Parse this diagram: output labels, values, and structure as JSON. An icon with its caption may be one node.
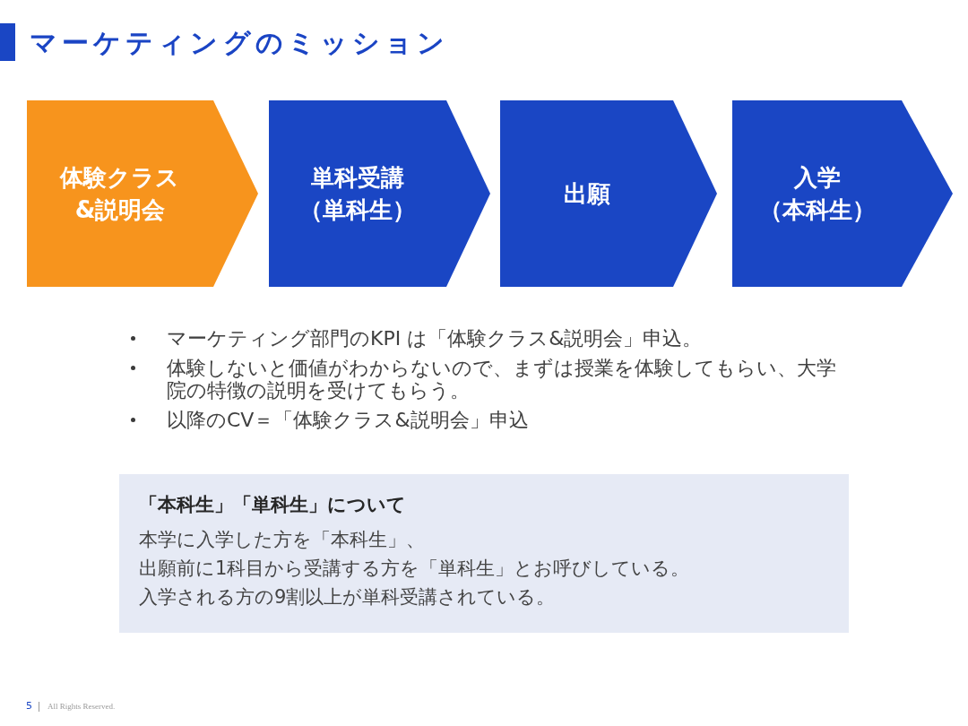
{
  "diagram": {
    "title": "マーケティングのミッション",
    "nodes": [
      {
        "text": [
          "体験クラス&説明会"
        ]
      },
      {
        "text": [
          "単科受講",
          "（単科生）"
        ]
      },
      {
        "text": [
          "出願"
        ]
      },
      {
        "text": [
          "入学",
          "（本科生）"
        ]
      },
      {
        "text": [
          "「本科生」「単科生」について",
          "本学に入学した方を「本科生」、",
          "出願前に1科目から受講する方を「単科生」とお呼びしている。",
          "入学される方の9割以上が単科受講されている。"
        ]
      }
    ],
    "labels": [
      "マーケティング部門のKPI は「体験クラス&説明会」申込。",
      "体験しないと価値がわからないので、まずは授業を体験してもらい、大学院の特徴の説明を受けてもらう。",
      "以降のCV＝「体験クラス&説明会」申込",
      "5",
      "All Rights Reserved."
    ]
  }
}
